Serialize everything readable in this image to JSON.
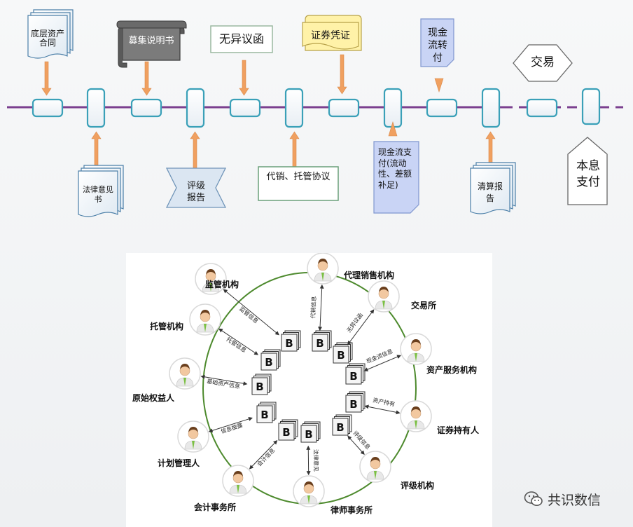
{
  "flow": {
    "top_docs": {
      "underlying_contract": "底层资产合同",
      "prospectus": "募集说明书",
      "no_objection": "无异议函",
      "securities_cert": "证券凭证",
      "cash_transfer": "现金流转付",
      "trade": "交易"
    },
    "bottom_docs": {
      "legal_opinion": "法律意见书",
      "rating_report": "评级报告",
      "agency_custody": "代销、托管协议",
      "cash_payment": "现金流支付(流动性、差额补足)",
      "clearing_report": "清算报告",
      "principal_interest": "本息支付"
    }
  },
  "network": {
    "center_label": "B",
    "nodes": {
      "regulator": "监管机构",
      "distributor": "代理销售机构",
      "exchange": "交易所",
      "asset_servicer": "资产服务机构",
      "holder": "证券持有人",
      "rating_agency": "评级机构",
      "law_firm": "律师事务所",
      "accounting_firm": "会计事务所",
      "plan_manager": "计划管理人",
      "originator": "原始权益人",
      "custodian": "托管机构"
    },
    "edges": {
      "regulator": "监管信息",
      "distributor": "代销信息",
      "exchange": "无异议函",
      "asset_servicer": "现金流信息",
      "holder": "资产持有",
      "rating_agency": "评级信息",
      "law_firm": "法律意见",
      "accounting_firm": "会计信息",
      "plan_manager": "信息披露",
      "originator": "基础资产信息",
      "custodian": "托管信息"
    }
  },
  "watermark": {
    "text": "共识数信",
    "icon": "wechat-icon"
  },
  "colors": {
    "timeline": "#7b3f8f",
    "node_border": "#3aa0b8",
    "arrow": "#f0a060",
    "ring": "#4d8a2d",
    "prospectus_bg": "#7f7f7f",
    "securities_bg": "#fff2a8",
    "cash_bg": "#c9d4f5"
  }
}
